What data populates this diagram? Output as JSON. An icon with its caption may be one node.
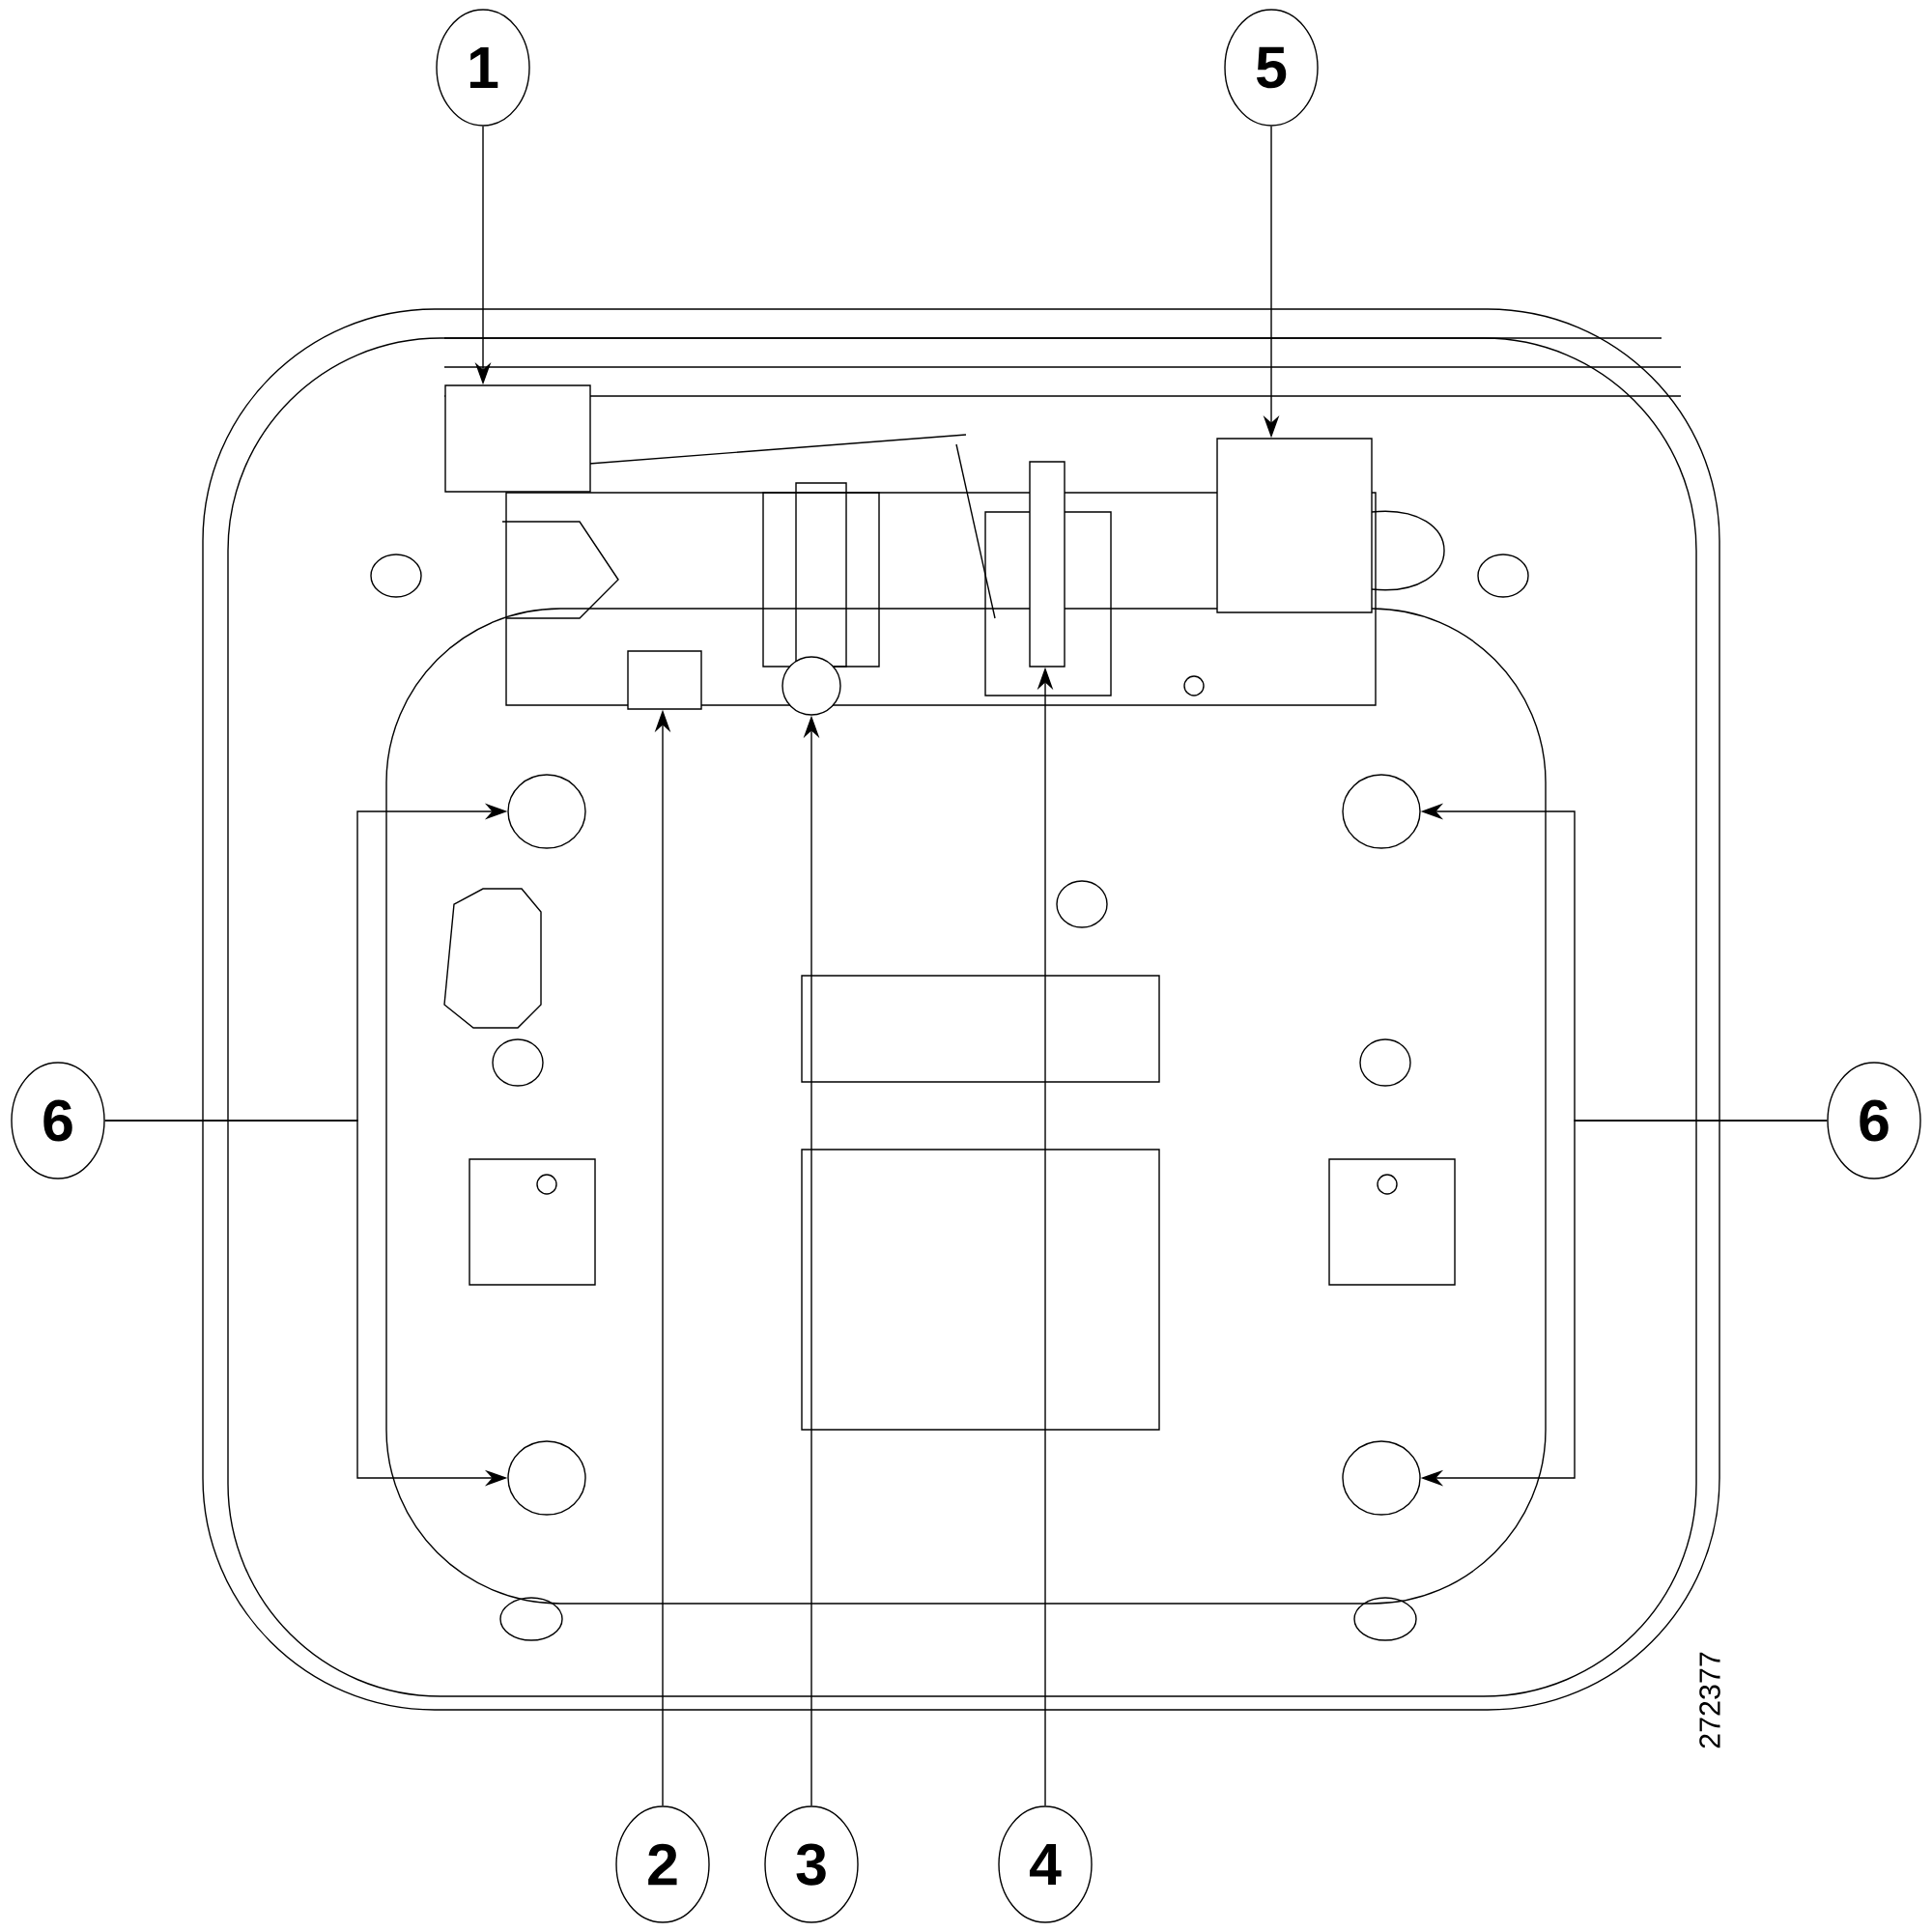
{
  "diagram": {
    "nodes": [
      {
        "text": [
          "1"
        ]
      },
      {
        "text": [
          "5"
        ]
      },
      {
        "text": [
          "6"
        ]
      },
      {
        "text": [
          "6"
        ]
      },
      {
        "text": [
          "2"
        ]
      },
      {
        "text": [
          "3"
        ]
      },
      {
        "text": [
          "4"
        ]
      },
      {
        "text": [],
        "shape": "box"
      },
      {
        "text": [],
        "shape": "box"
      },
      {
        "text": [],
        "shape": "box"
      },
      {
        "text": [],
        "shape": "circle"
      },
      {
        "text": [],
        "shape": "box"
      },
      {
        "text": [],
        "shape": "circle"
      },
      {
        "text": [],
        "shape": "circle"
      },
      {
        "text": [],
        "shape": "circle"
      },
      {
        "text": [],
        "shape": "circle"
      }
    ],
    "edges": [
      {
        "from": 0,
        "to": 7,
        "arrow": "to"
      },
      {
        "from": 1,
        "to": 8,
        "arrow": "to"
      },
      {
        "from": 2,
        "to": 12,
        "arrow": "to"
      },
      {
        "from": 2,
        "to": 13,
        "arrow": "to"
      },
      {
        "from": 3,
        "to": 14,
        "arrow": "to"
      },
      {
        "from": 3,
        "to": 15,
        "arrow": "to"
      },
      {
        "from": 4,
        "to": 9,
        "arrow": "to"
      },
      {
        "from": 5,
        "to": 10,
        "arrow": "to"
      },
      {
        "from": 6,
        "to": 11,
        "arrow": "to"
      }
    ],
    "labels": [
      "272377"
    ]
  }
}
